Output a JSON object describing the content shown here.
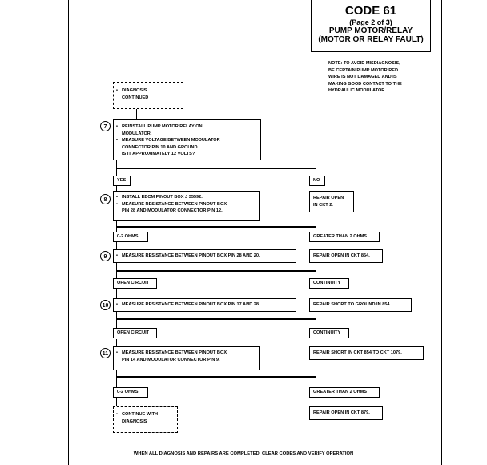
{
  "title": {
    "code": "CODE 61",
    "page": "(Page 2 of 3)",
    "name": "PUMP MOTOR/RELAY",
    "subname": "(MOTOR OR RELAY FAULT)"
  },
  "note": {
    "lines": [
      "NOTE:     TO AVOID MISDIAGNOSIS,",
      "BE CERTAIN PUMP MOTOR RED",
      "WIRE IS NOT DAMAGED AND IS",
      "MAKING GOOD CONTACT TO THE",
      "HYDRAULIC MODULATOR."
    ]
  },
  "start": {
    "lines": [
      "DIAGNOSIS",
      "CONTINUED"
    ]
  },
  "steps": {
    "s7": {
      "num": "7",
      "b1": [
        "REINSTALL PUMP MOTOR RELAY ON",
        "MODULATOR."
      ],
      "b2": [
        "MEASURE VOLTAGE BETWEEN MODULATOR",
        "CONNECTOR PIN 10 AND GROUND.",
        "IS IT APPROXIMATELY 12 VOLTS?"
      ]
    },
    "s8": {
      "num": "8",
      "b1": [
        "INSTALL EBCM PINOUT BOX J 35592."
      ],
      "b2": [
        "MEASURE RESISTANCE BETWEEN PINOUT BOX",
        "PIN 28 AND MODULATOR CONNECTOR PIN 12."
      ]
    },
    "s9": {
      "num": "9",
      "b1": [
        "MEASURE RESISTANCE BETWEEN PINOUT BOX PIN 28 AND 20."
      ]
    },
    "s10": {
      "num": "10",
      "b1": [
        "MEASURE RESISTANCE BETWEEN PINOUT BOX PIN 17 AND 28."
      ]
    },
    "s11": {
      "num": "11",
      "b1": [
        "MEASURE RESISTANCE BETWEEN PINOUT BOX",
        "PIN 14 AND MODULATOR CONNECTOR PIN 9."
      ]
    }
  },
  "branches": {
    "yes": "YES",
    "no": "NO",
    "zero_ohms_1": "0-2 OHMS",
    "greater_1": "GREATER THAN 2 OHMS",
    "open_circuit_1": "OPEN CIRCUIT",
    "continuity_1": "CONTINUITY",
    "open_circuit_2": "OPEN CIRCUIT",
    "continuity_2": "CONTINUITY",
    "zero_ohms_2": "0-2 OHMS",
    "greater_2": "GREATER THAN 2 OHMS"
  },
  "results": {
    "repair_ckt2": [
      "REPAIR OPEN",
      "IN CKT 2."
    ],
    "repair_854": "REPAIR OPEN IN CKT 854.",
    "repair_short_ground": "REPAIR SHORT TO GROUND IN 854.",
    "repair_short_1079": "REPAIR SHORT IN CKT 854 TO CKT 1079.",
    "repair_879": "REPAIR OPEN IN CKT 879.",
    "continue": [
      "CONTINUE WITH",
      "DIAGNOSIS"
    ]
  },
  "footer": "WHEN ALL DIAGNOSIS AND REPAIRS ARE COMPLETED, CLEAR CODES AND VERIFY OPERATION"
}
